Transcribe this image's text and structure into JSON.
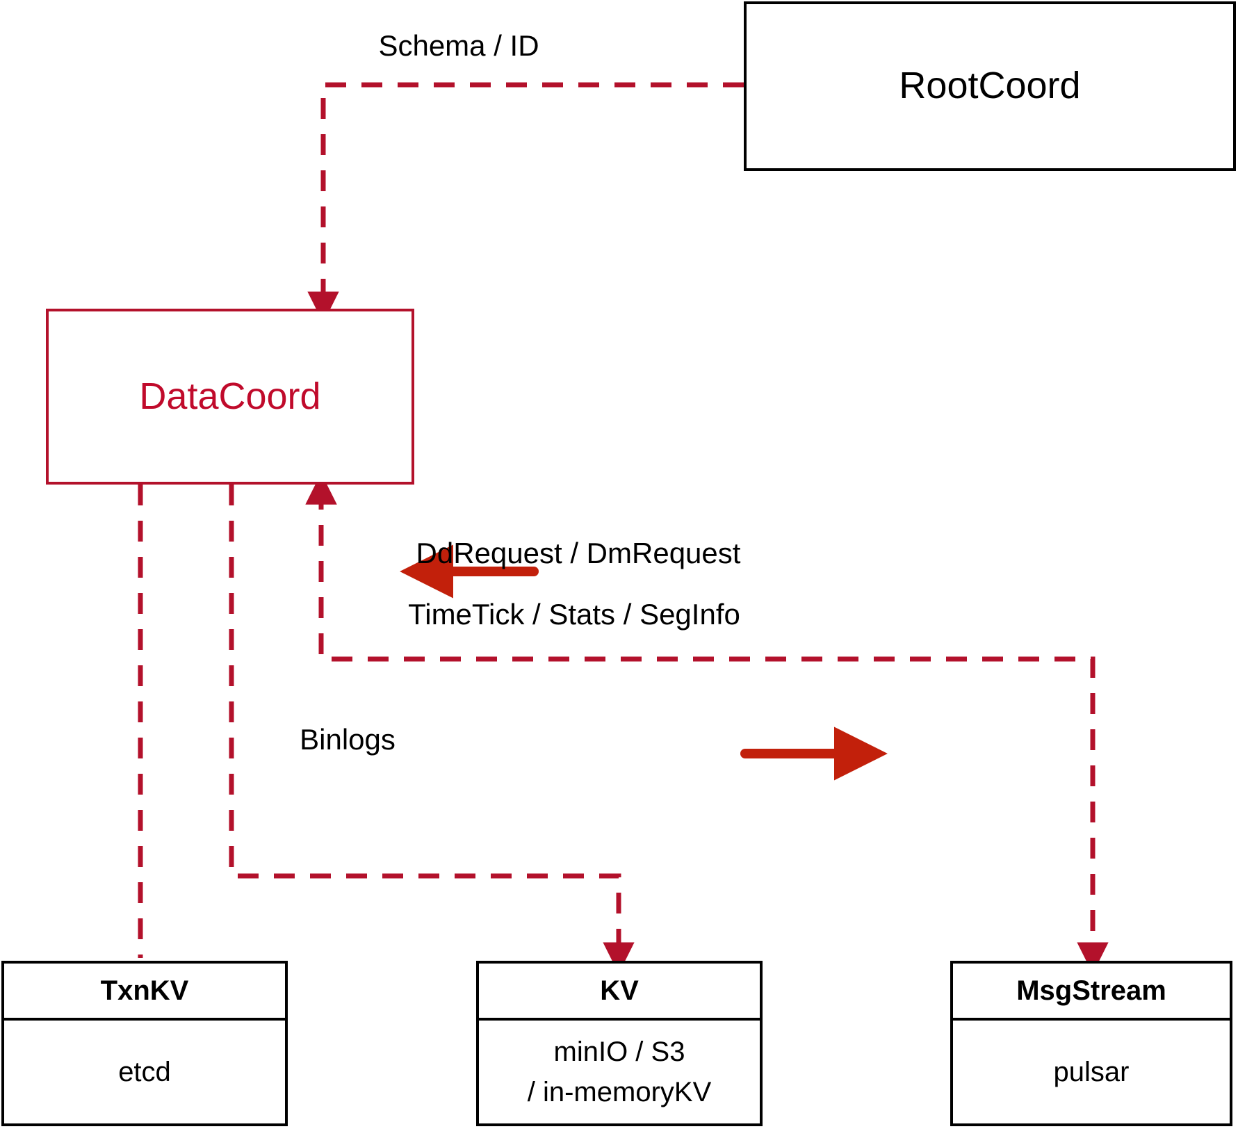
{
  "diagram": {
    "title": "DataCoord component interaction diagram",
    "colors": {
      "accent_red": "#c00a2b",
      "dashed_red": "#b3112b",
      "arrow_red": "#c2200b",
      "black": "#000000",
      "background": "#ffffff"
    },
    "nodes": [
      {
        "id": "rootcoord",
        "label": "RootCoord",
        "style": "plain"
      },
      {
        "id": "datacoord",
        "label": "DataCoord",
        "style": "accent"
      },
      {
        "id": "txnkv",
        "header": "TxnKV",
        "body": [
          "etcd"
        ],
        "style": "split"
      },
      {
        "id": "kv",
        "header": "KV",
        "body": [
          "minIO / S3",
          "/ in-memoryKV"
        ],
        "style": "split"
      },
      {
        "id": "msgstream",
        "header": "MsgStream",
        "body": [
          "pulsar"
        ],
        "style": "split"
      }
    ],
    "edge_labels": [
      {
        "id": "schema-id",
        "text": "Schema / ID"
      },
      {
        "id": "dd-dm-request",
        "text": "DdRequest / DmRequest"
      },
      {
        "id": "timetick-stats-seginfo",
        "text": "TimeTick / Stats / SegInfo"
      },
      {
        "id": "binlogs",
        "text": "Binlogs"
      }
    ]
  }
}
